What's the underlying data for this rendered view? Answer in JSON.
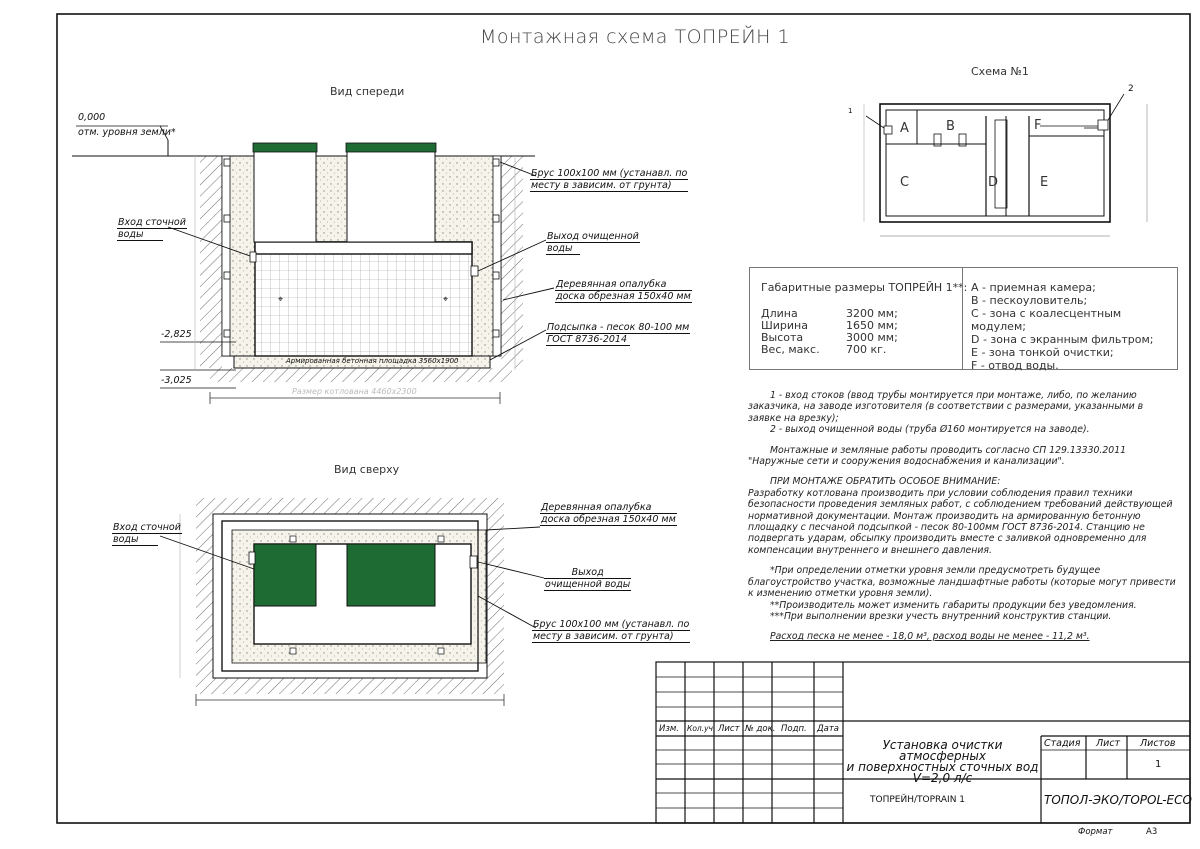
{
  "sheet": {
    "title": "Монтажная схема ТОПРЕЙН 1"
  },
  "front_view": {
    "label": "Вид спереди",
    "ground_level_value": "0,000",
    "ground_level_label": "отм. уровня земли*",
    "level_1": "-2,825",
    "level_2": "-3,025",
    "inlet": [
      "Вход сточной",
      "воды"
    ],
    "outlet": [
      "Выход очищенной",
      "воды"
    ],
    "beam": [
      "Брус 100х100 мм (устанавл. по",
      "месту в зависим. от грунта)"
    ],
    "formwork": [
      "Деревянная опалубка",
      "доска обрезная 150х40 мм"
    ],
    "bedding": [
      "Подсыпка - песок 80-100 мм",
      "ГОСТ 8736-2014"
    ],
    "slab": "Армированная бетонная площадка 3560х1900",
    "pit_size": "Размер котлована 4460х2300"
  },
  "top_view": {
    "label": "Вид сверху",
    "formwork": [
      "Деревянная опалубка",
      "доска обрезная 150х40 мм"
    ],
    "inlet": [
      "Вход сточной",
      "воды"
    ],
    "outlet": [
      "Выход",
      "очищенной воды"
    ],
    "beam": [
      "Брус 100х100 мм (устанавл. по",
      "месту в зависим. от грунта)"
    ]
  },
  "scheme": {
    "label": "Схема №1",
    "marker_1": "1",
    "marker_2": "2",
    "zones": [
      "A",
      "B",
      "C",
      "D",
      "E",
      "F"
    ]
  },
  "dimensions": {
    "header": "Габаритные размеры ТОПРЕЙН 1**:",
    "rows": [
      {
        "name": "Длина",
        "value": "3200 мм;"
      },
      {
        "name": "Ширина",
        "value": "1650 мм;"
      },
      {
        "name": "Высота",
        "value": "3000 мм;"
      },
      {
        "name": "Вес, макс.",
        "value": "700 кг."
      }
    ]
  },
  "legend": [
    "А - приемная камера;",
    "B - пескоуловитель;",
    "C - зона с коалесцентным модулем;",
    "D - зона с экранным фильтром;",
    "E - зона тонкой очистки;",
    "F - отвод воды."
  ],
  "notes": {
    "n1": "1 - вход  стоков (ввод трубы монтируется при монтаже, либо, по желанию заказчика, на заводе изготовителя (в соответствии с размерами, указанными в заявке на врезку);",
    "n2": "2 - выход очищенной воды (труба Ø160 монтируется на заводе).",
    "n3": "Монтажные и земляные работы проводить согласно СП 129.13330.2011 \"Наружные сети и сооружения водоснабжения и канализации\".",
    "attention_title": "ПРИ МОНТАЖЕ ОБРАТИТЬ ОСОБОЕ ВНИМАНИЕ:",
    "attention_text": "Разработку котлована производить при условии соблюдения правил техники безопасности проведения земляных работ, с соблюдением требований действующей нормативной документации. Монтаж производить на армированную бетонную площадку с песчаной подсыпкой - песок 80-100мм ГОСТ 8736-2014. Станцию не подвергать ударам, обсыпку производить вместе с заливкой одновременно для компенсации внутреннего и внешнего давления.",
    "star1": "*При определении отметки уровня земли предусмотреть будущее благоустройство участка, возможные ландшафтные работы (которые могут привести к изменению отметки уровня земли).",
    "star2": "**Производитель может изменить габариты продукции без уведомления.",
    "star3": "***При выполнении врезки учесть внутренний конструктив станции.",
    "consumption": "Расход песка не менее - 18,0 м³, расход воды не менее - 11,2 м³."
  },
  "title_block": {
    "cols": [
      "Изм.",
      "Кол.уч.",
      "Лист",
      "№ док.",
      "Подп.",
      "Дата"
    ],
    "name_lines": [
      "Установка очистки атмосферных",
      "и поверхностных сточных вод",
      "V=2,0 л/с"
    ],
    "stage": "Стадия",
    "sheet": "Лист",
    "sheets": "Листов",
    "sheets_value": "1",
    "product": "ТОПРЕЙН/TOPRAIN 1",
    "company": "ТОПОЛ-ЭКО/TOPOL-ECO",
    "format_label": "Формат",
    "format_value": "А3"
  },
  "colors": {
    "lid_green": "#1e6b34",
    "line": "#111111",
    "soil": "#f4f1e8"
  }
}
